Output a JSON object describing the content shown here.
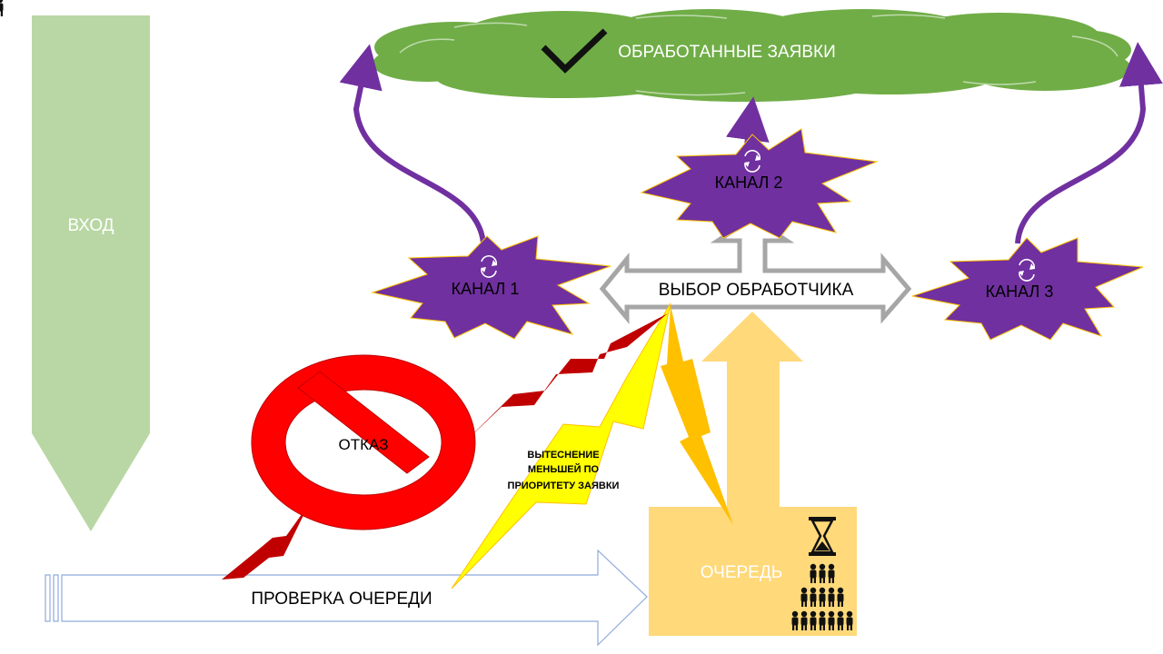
{
  "diagram": {
    "input_label": "ВХОД",
    "processed_label": "ОБРАБОТАННЫЕ ЗАЯВКИ",
    "channels": [
      {
        "label": "КАНАЛ 1"
      },
      {
        "label": "КАНАЛ 2"
      },
      {
        "label": "КАНАЛ 3"
      }
    ],
    "selector_label": "ВЫБОР ОБРАБОТЧИКА",
    "queue_check_label": "ПРОВЕРКА ОЧЕРЕДИ",
    "queue_label": "ОЧЕРЕДЬ",
    "reject_label": "ОТКАЗ",
    "preemption_lines": [
      "ВЫТЕСНЕНИЕ",
      "МЕНЬШЕЙ ПО",
      "ПРИОРИТЕТУ ЗАЯВКИ"
    ]
  },
  "icons": {
    "checkmark": "checkmark-icon",
    "refresh": "refresh-icon",
    "hourglass": "hourglass-icon",
    "people": "people-group-icon",
    "prohibition": "prohibition-icon"
  },
  "colors": {
    "input_arrow": "#b9d7a4",
    "cloud": "#70ad47",
    "channel": "#7030a0",
    "channel_edge": "#ffc000",
    "curve_arrow": "#7030a0",
    "selector_arrow": "#a6a6a6",
    "queue": "#ffd97a",
    "queue_text": "#ffffff",
    "reject": "#ff0000",
    "red_bolt": "#c00000",
    "yellow_bolt": "#ffff00",
    "orange_bolt": "#ffc000",
    "check_arrow_stroke": "#8faadc"
  }
}
